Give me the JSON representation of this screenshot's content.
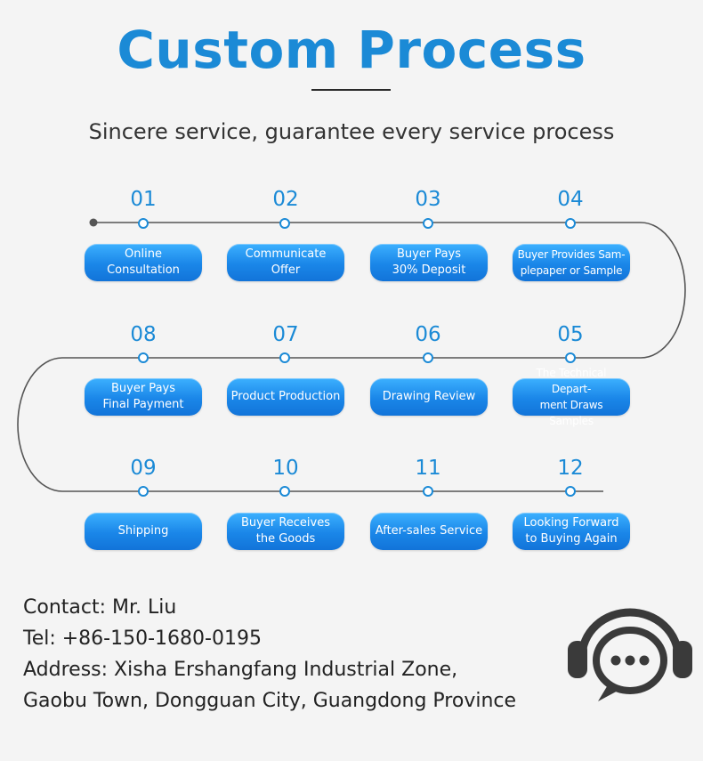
{
  "header": {
    "title": "Custom Process",
    "subtitle": "Sincere service, guarantee every service process"
  },
  "steps": [
    {
      "num": "01",
      "label": "Online Consultation"
    },
    {
      "num": "02",
      "label": "Communicate Offer"
    },
    {
      "num": "03",
      "label": "Buyer Pays\n30% Deposit"
    },
    {
      "num": "04",
      "label": "Buyer Provides Sam-\nplepaper or Sample"
    },
    {
      "num": "05",
      "label": "The Technical Depart-\nment Draws Samples"
    },
    {
      "num": "06",
      "label": "Drawing Review"
    },
    {
      "num": "07",
      "label": "Product Production"
    },
    {
      "num": "08",
      "label": "Buyer Pays\nFinal Payment"
    },
    {
      "num": "09",
      "label": "Shipping"
    },
    {
      "num": "10",
      "label": "Buyer Receives\nthe Goods"
    },
    {
      "num": "11",
      "label": "After-sales Service"
    },
    {
      "num": "12",
      "label": "Looking Forward\nto Buying Again"
    }
  ],
  "contact": {
    "name": "Contact: Mr. Liu",
    "tel": "Tel: +86-150-1680-0195",
    "address_line1": "Address: Xisha Ershangfang Industrial Zone,",
    "address_line2": "Gaobu Town, Dongguan City, Guangdong Province"
  },
  "icons": {
    "support": "headset-chat-icon"
  },
  "colors": {
    "accent": "#1b8ad6",
    "pill_top": "#3cb0ff",
    "pill_bottom": "#1274d9",
    "line": "#555555"
  }
}
